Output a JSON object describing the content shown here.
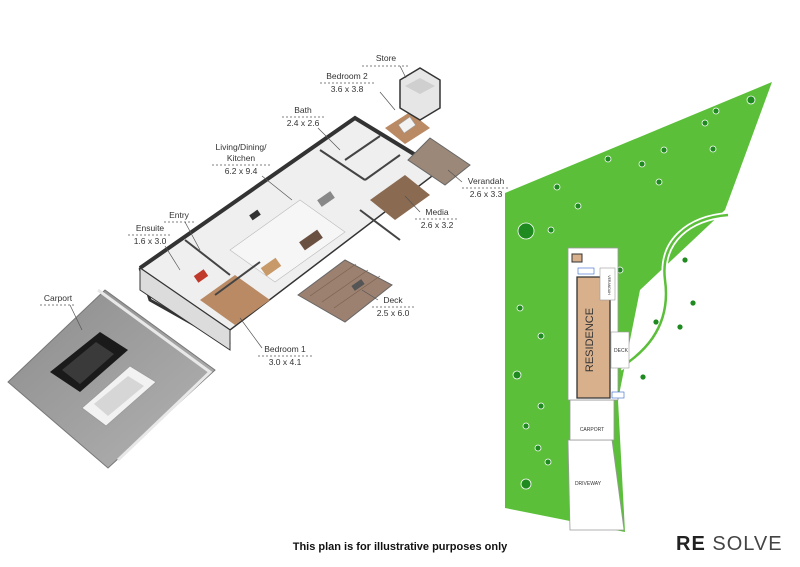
{
  "floorplan": {
    "rooms": [
      {
        "name": "Store",
        "dims": ""
      },
      {
        "name": "Bedroom 2",
        "dims": "3.6 x 3.8"
      },
      {
        "name": "Bath",
        "dims": "2.4 x 2.6"
      },
      {
        "name": "Living/Dining/",
        "name2": "Kitchen",
        "dims": "6.2 x 9.4"
      },
      {
        "name": "Verandah",
        "dims": "2.6 x 3.3"
      },
      {
        "name": "Entry",
        "dims": ""
      },
      {
        "name": "Ensuite",
        "dims": "1.6 x 3.0"
      },
      {
        "name": "Media",
        "dims": "2.6 x 3.2"
      },
      {
        "name": "Carport",
        "dims": ""
      },
      {
        "name": "Deck",
        "dims": "2.5 x 6.0"
      },
      {
        "name": "Bedroom 1",
        "dims": "3.0 x 4.1"
      }
    ]
  },
  "siteplan": {
    "residence": "RESIDENCE",
    "deck": "DECK",
    "verandah": "VERANDAH",
    "carport": "CARPORT",
    "driveway": "DRIVEWAY"
  },
  "footer": {
    "note": "This plan is for illustrative purposes only"
  },
  "brand": {
    "re": "RE",
    "solve": "SOLVE"
  },
  "colors": {
    "lawn": "#5bbf3a",
    "tree": "#1f8a1f",
    "residence": "#d9b08c",
    "floor_wood": "#b98a64",
    "wall": "#333333"
  }
}
